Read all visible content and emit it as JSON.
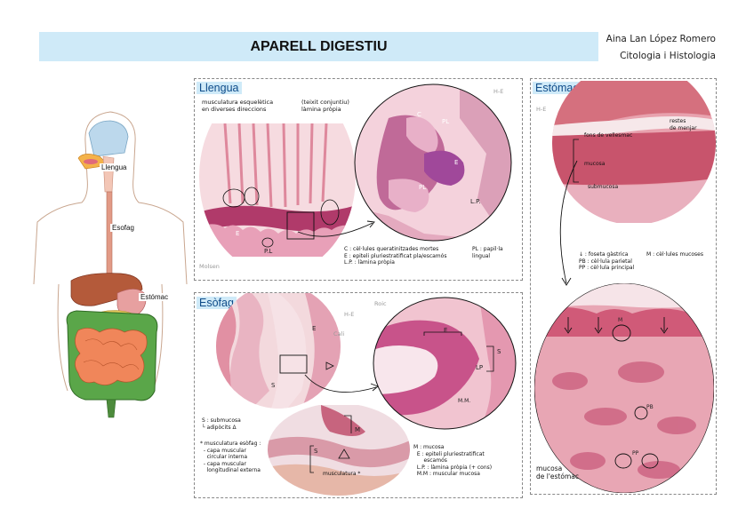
{
  "header": {
    "title": "APARELL DIGESTIU",
    "author": "Aina Lan López Romero",
    "subject": "Citologia i Histologia"
  },
  "anatomy": {
    "labels": {
      "tongue": "Llengua",
      "esophagus": "Esofag",
      "stomach": "Estómac"
    }
  },
  "llengua": {
    "title": "Llengua",
    "stain": "H-E",
    "note_muscle": "musculatura esquelètica\nen diverses direccions",
    "note_lamina": "(teixit conjuntiu)\nlàmina pròpia",
    "micro_labels": {
      "E": "E",
      "PL": "P.L"
    },
    "corner_label": "Molsen",
    "zoom_labels": {
      "C": "C",
      "PL1": "PL",
      "E": "E",
      "PL2": "PL",
      "LP": "L.P."
    },
    "legend_left": "C : cèl·lules queratinitzades mortes\nE : epiteli pluriestratificat pla/escamós\nL.P. : làmina pròpia",
    "legend_right": "PL : papil·la\nlingual"
  },
  "esofag": {
    "title": "Esòfag",
    "stain1": "H-E",
    "stain2": "Cali",
    "stain3": "Roic",
    "micro_labels": {
      "E": "E",
      "S": "S",
      "E2": "E",
      "LP": "LP",
      "S2": "S",
      "MM": "M.M.",
      "S3": "S",
      "M": "M"
    },
    "note_sub": "S : submucosa\n└ adipòcits Δ",
    "note_muscle": "* musculatura esòfag :\n  - capa muscular\n    circular interna\n  - capa muscular\n    longitudinal externa",
    "lower_label": "musculatura *",
    "legend": "M : mucosa\n  E : epiteli pluriestratificat\n      escamós\n  L.P. : làmina pròpia (+ cons)\n  M.M : muscular mucosa"
  },
  "estomac": {
    "title": "Estómac",
    "stain": "H-E",
    "note_fons": "fons de vellesmac",
    "note_restes": "restes\nde menjar",
    "note_mucosa": "mucosa",
    "note_submucosa": "submucosa",
    "legend_left": "↓ : foseta gàstrica\nPB : cèl·lula parietal\nPP : cèl·lula principal",
    "legend_right": "M : cèl·lules mucoses",
    "zoom_labels": {
      "M": "M",
      "PB": "PB",
      "PP": "PP"
    },
    "bottom_label": "mucosa\nde l'estómac"
  }
}
